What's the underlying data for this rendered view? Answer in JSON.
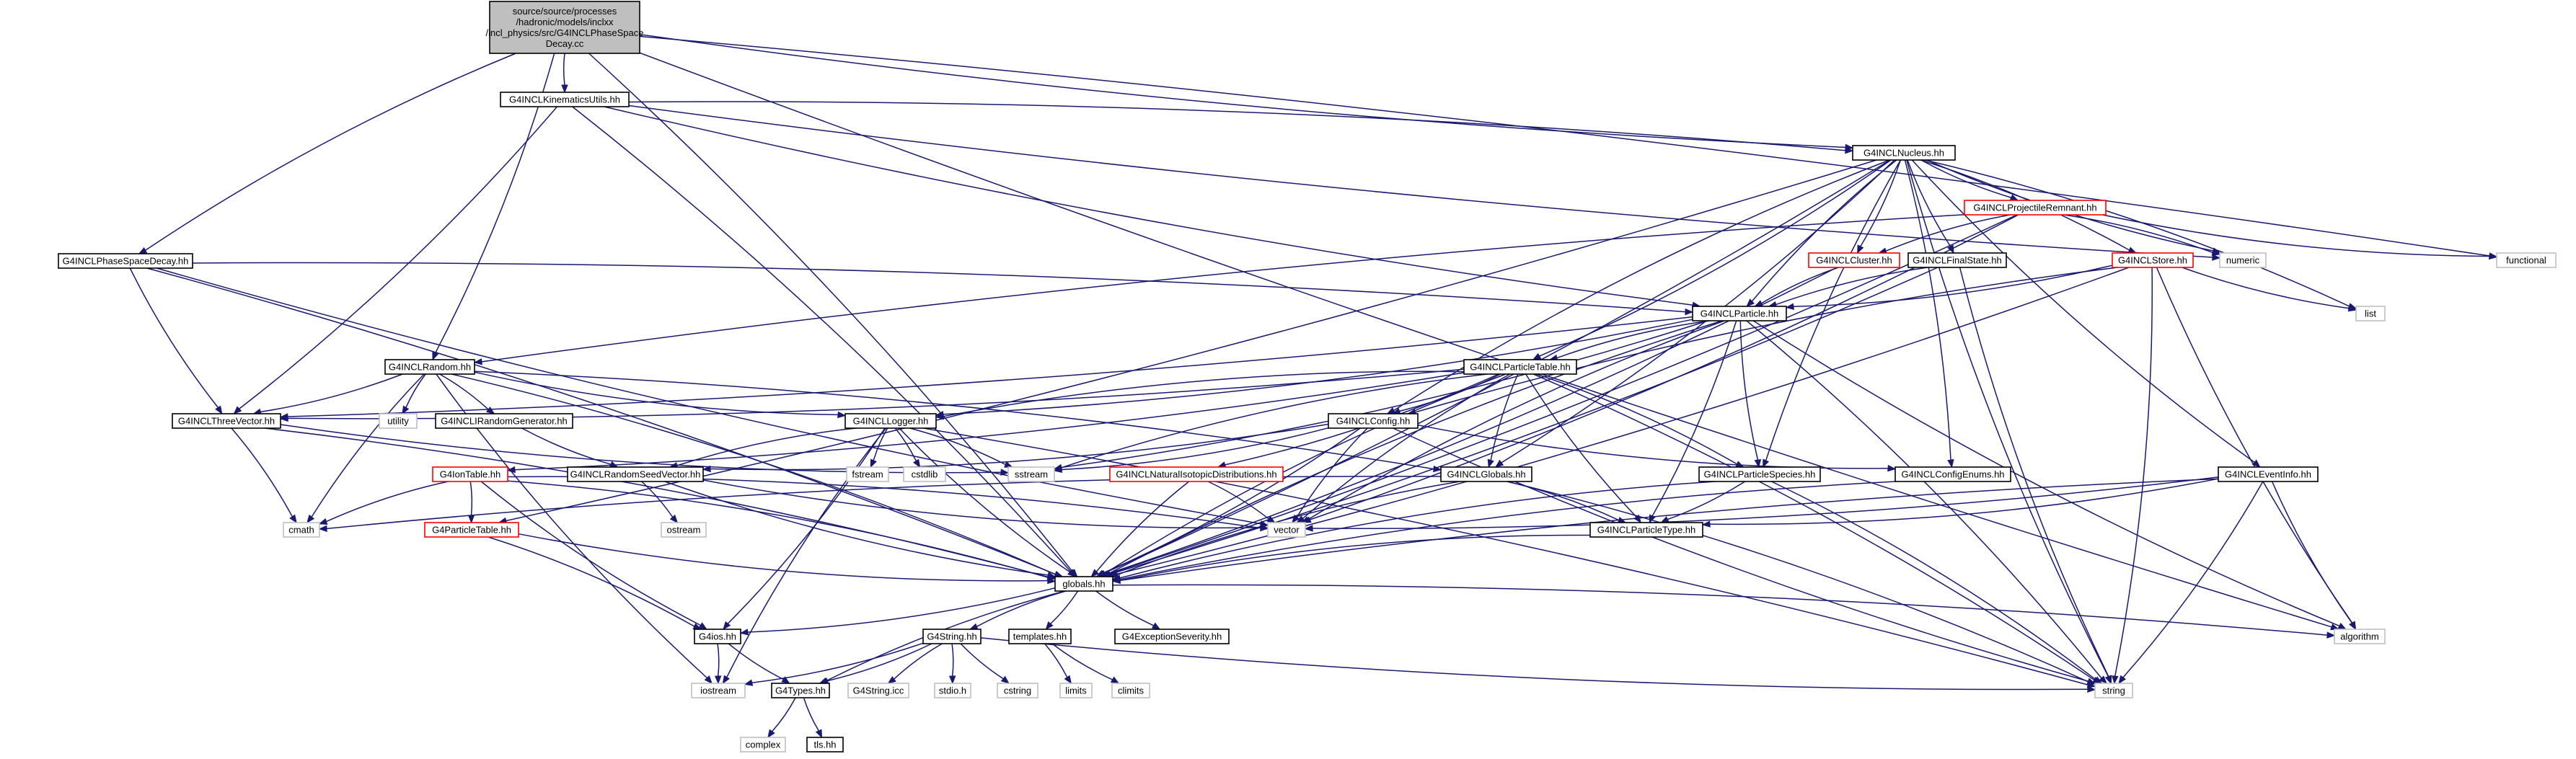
{
  "colors": {
    "edge": "#191970",
    "node_border": "#000000",
    "node_red_border": "#ff0000",
    "node_missing_border": "#bfbfbf",
    "root_fill": "#bfbfbf"
  },
  "nodes": {
    "root": {
      "lines": [
        "source/source/processes",
        "/hadronic/models/inclxx",
        "/incl_physics/src/G4INCLPhaseSpace",
        "Decay.cc"
      ],
      "style": "root"
    },
    "kin": {
      "lines": [
        "G4INCLKinematicsUtils.hh"
      ],
      "style": "normal"
    },
    "nucleus": {
      "lines": [
        "G4INCLNucleus.hh"
      ],
      "style": "normal"
    },
    "projrem": {
      "lines": [
        "G4INCLProjectileRemnant.hh"
      ],
      "style": "red"
    },
    "cluster": {
      "lines": [
        "G4INCLCluster.hh"
      ],
      "style": "red"
    },
    "finalstate": {
      "lines": [
        "G4INCLFinalState.hh"
      ],
      "style": "normal"
    },
    "store": {
      "lines": [
        "G4INCLStore.hh"
      ],
      "style": "red"
    },
    "numeric": {
      "lines": [
        "numeric"
      ],
      "style": "missing"
    },
    "functional": {
      "lines": [
        "functional"
      ],
      "style": "missing"
    },
    "list": {
      "lines": [
        "list"
      ],
      "style": "missing"
    },
    "psd": {
      "lines": [
        "G4INCLPhaseSpaceDecay.hh"
      ],
      "style": "normal"
    },
    "particle": {
      "lines": [
        "G4INCLParticle.hh"
      ],
      "style": "normal"
    },
    "random": {
      "lines": [
        "G4INCLRandom.hh"
      ],
      "style": "normal"
    },
    "ptable": {
      "lines": [
        "G4INCLParticleTable.hh"
      ],
      "style": "normal"
    },
    "threevec": {
      "lines": [
        "G4INCLThreeVector.hh"
      ],
      "style": "normal"
    },
    "utility": {
      "lines": [
        "utility"
      ],
      "style": "missing"
    },
    "irg": {
      "lines": [
        "G4INCLIRandomGenerator.hh"
      ],
      "style": "normal"
    },
    "logger": {
      "lines": [
        "G4INCLLogger.hh"
      ],
      "style": "normal"
    },
    "config": {
      "lines": [
        "G4INCLConfig.hh"
      ],
      "style": "normal"
    },
    "sstream": {
      "lines": [
        "sstream"
      ],
      "style": "missing"
    },
    "fstream": {
      "lines": [
        "fstream"
      ],
      "style": "missing"
    },
    "cstdlib": {
      "lines": [
        "cstdlib"
      ],
      "style": "missing"
    },
    "iontable": {
      "lines": [
        "G4IonTable.hh"
      ],
      "style": "red"
    },
    "rsv": {
      "lines": [
        "G4INCLRandomSeedVector.hh"
      ],
      "style": "normal"
    },
    "natiso": {
      "lines": [
        "G4INCLNaturalIsotopicDistributions.hh"
      ],
      "style": "red"
    },
    "globals_incl": {
      "lines": [
        "G4INCLGlobals.hh"
      ],
      "style": "normal"
    },
    "pspecies": {
      "lines": [
        "G4INCLParticleSpecies.hh"
      ],
      "style": "normal"
    },
    "cfgenums": {
      "lines": [
        "G4INCLConfigEnums.hh"
      ],
      "style": "normal"
    },
    "eventinfo": {
      "lines": [
        "G4INCLEventInfo.hh"
      ],
      "style": "normal"
    },
    "ostream": {
      "lines": [
        "ostream"
      ],
      "style": "missing"
    },
    "cmath": {
      "lines": [
        "cmath"
      ],
      "style": "missing"
    },
    "vector": {
      "lines": [
        "vector"
      ],
      "style": "missing"
    },
    "g4ptable": {
      "lines": [
        "G4ParticleTable.hh"
      ],
      "style": "red"
    },
    "ptype": {
      "lines": [
        "G4INCLParticleType.hh"
      ],
      "style": "normal"
    },
    "globals": {
      "lines": [
        "globals.hh"
      ],
      "style": "normal"
    },
    "g4ios": {
      "lines": [
        "G4ios.hh"
      ],
      "style": "normal"
    },
    "g4string": {
      "lines": [
        "G4String.hh"
      ],
      "style": "normal"
    },
    "templates": {
      "lines": [
        "templates.hh"
      ],
      "style": "normal"
    },
    "g4exc": {
      "lines": [
        "G4ExceptionSeverity.hh"
      ],
      "style": "normal"
    },
    "algorithm": {
      "lines": [
        "algorithm"
      ],
      "style": "missing"
    },
    "iostream": {
      "lines": [
        "iostream"
      ],
      "style": "missing"
    },
    "g4types": {
      "lines": [
        "G4Types.hh"
      ],
      "style": "normal"
    },
    "g4stringicc": {
      "lines": [
        "G4String.icc"
      ],
      "style": "missing"
    },
    "stdio": {
      "lines": [
        "stdio.h"
      ],
      "style": "missing"
    },
    "cstring": {
      "lines": [
        "cstring"
      ],
      "style": "missing"
    },
    "limits": {
      "lines": [
        "limits"
      ],
      "style": "missing"
    },
    "climits": {
      "lines": [
        "climits"
      ],
      "style": "missing"
    },
    "string": {
      "lines": [
        "string"
      ],
      "style": "missing"
    },
    "complex": {
      "lines": [
        "complex"
      ],
      "style": "missing"
    },
    "tls": {
      "lines": [
        "tls.hh"
      ],
      "style": "normal"
    }
  },
  "edges": [
    [
      "root",
      "kin"
    ],
    [
      "root",
      "random"
    ],
    [
      "root",
      "psd"
    ],
    [
      "root",
      "globals"
    ],
    [
      "root",
      "nucleus"
    ],
    [
      "root",
      "functional"
    ],
    [
      "root",
      "algorithm"
    ],
    [
      "kin",
      "threevec"
    ],
    [
      "kin",
      "particle"
    ],
    [
      "kin",
      "nucleus"
    ],
    [
      "kin",
      "numeric"
    ],
    [
      "kin",
      "globals"
    ],
    [
      "nucleus",
      "projrem"
    ],
    [
      "nucleus",
      "cluster"
    ],
    [
      "nucleus",
      "finalstate"
    ],
    [
      "nucleus",
      "store"
    ],
    [
      "nucleus",
      "particle"
    ],
    [
      "nucleus",
      "ptable"
    ],
    [
      "nucleus",
      "config"
    ],
    [
      "nucleus",
      "globals_incl"
    ],
    [
      "nucleus",
      "pspecies"
    ],
    [
      "nucleus",
      "cfgenums"
    ],
    [
      "nucleus",
      "eventinfo"
    ],
    [
      "nucleus",
      "globals"
    ],
    [
      "nucleus",
      "numeric"
    ],
    [
      "nucleus",
      "list"
    ],
    [
      "nucleus",
      "string"
    ],
    [
      "nucleus",
      "g4ptable"
    ],
    [
      "projrem",
      "cluster"
    ],
    [
      "projrem",
      "numeric"
    ],
    [
      "projrem",
      "functional"
    ],
    [
      "projrem",
      "globals"
    ],
    [
      "projrem",
      "random"
    ],
    [
      "projrem",
      "vector"
    ],
    [
      "cluster",
      "particle"
    ],
    [
      "cluster",
      "globals"
    ],
    [
      "finalstate",
      "particle"
    ],
    [
      "finalstate",
      "globals"
    ],
    [
      "finalstate",
      "string"
    ],
    [
      "store",
      "particle"
    ],
    [
      "store",
      "config"
    ],
    [
      "store",
      "globals"
    ],
    [
      "store",
      "list"
    ],
    [
      "store",
      "string"
    ],
    [
      "store",
      "algorithm"
    ],
    [
      "psd",
      "particle"
    ],
    [
      "psd",
      "threevec"
    ],
    [
      "psd",
      "globals"
    ],
    [
      "psd",
      "vector"
    ],
    [
      "particle",
      "threevec"
    ],
    [
      "particle",
      "ptable"
    ],
    [
      "particle",
      "logger"
    ],
    [
      "particle",
      "pspecies"
    ],
    [
      "particle",
      "ptype"
    ],
    [
      "particle",
      "globals"
    ],
    [
      "particle",
      "sstream"
    ],
    [
      "particle",
      "vector"
    ],
    [
      "particle",
      "string"
    ],
    [
      "particle",
      "algorithm"
    ],
    [
      "random",
      "threevec"
    ],
    [
      "random",
      "utility"
    ],
    [
      "random",
      "irg"
    ],
    [
      "random",
      "logger"
    ],
    [
      "random",
      "globals_incl"
    ],
    [
      "random",
      "cmath"
    ],
    [
      "random",
      "globals"
    ],
    [
      "random",
      "iostream"
    ],
    [
      "ptable",
      "config"
    ],
    [
      "ptable",
      "logger"
    ],
    [
      "ptable",
      "natiso"
    ],
    [
      "ptable",
      "globals_incl"
    ],
    [
      "ptable",
      "pspecies"
    ],
    [
      "ptable",
      "ptype"
    ],
    [
      "ptable",
      "iontable"
    ],
    [
      "ptable",
      "globals"
    ],
    [
      "ptable",
      "threevec"
    ],
    [
      "ptable",
      "vector"
    ],
    [
      "ptable",
      "string"
    ],
    [
      "ptable",
      "sstream"
    ],
    [
      "threevec",
      "cmath"
    ],
    [
      "threevec",
      "sstream"
    ],
    [
      "threevec",
      "globals"
    ],
    [
      "irg",
      "rsv"
    ],
    [
      "logger",
      "sstream"
    ],
    [
      "logger",
      "fstream"
    ],
    [
      "logger",
      "cstdlib"
    ],
    [
      "logger",
      "globals"
    ],
    [
      "logger",
      "string"
    ],
    [
      "logger",
      "iostream"
    ],
    [
      "logger",
      "g4ios"
    ],
    [
      "logger",
      "rsv"
    ],
    [
      "config",
      "sstream"
    ],
    [
      "config",
      "cfgenums"
    ],
    [
      "config",
      "rsv"
    ],
    [
      "config",
      "string"
    ],
    [
      "config",
      "globals"
    ],
    [
      "config",
      "vector"
    ],
    [
      "iontable",
      "g4ptable"
    ],
    [
      "iontable",
      "cmath"
    ],
    [
      "iontable",
      "globals"
    ],
    [
      "iontable",
      "g4ios"
    ],
    [
      "iontable",
      "vector"
    ],
    [
      "rsv",
      "vector"
    ],
    [
      "rsv",
      "ostream"
    ],
    [
      "rsv",
      "globals"
    ],
    [
      "natiso",
      "vector"
    ],
    [
      "natiso",
      "globals"
    ],
    [
      "globals_incl",
      "ptype"
    ],
    [
      "globals_incl",
      "globals"
    ],
    [
      "globals_incl",
      "string"
    ],
    [
      "globals_incl",
      "cmath"
    ],
    [
      "pspecies",
      "ptype"
    ],
    [
      "pspecies",
      "globals"
    ],
    [
      "pspecies",
      "string"
    ],
    [
      "cfgenums",
      "globals"
    ],
    [
      "eventinfo",
      "ptype"
    ],
    [
      "eventinfo",
      "globals"
    ],
    [
      "eventinfo",
      "string"
    ],
    [
      "eventinfo",
      "algorithm"
    ],
    [
      "eventinfo",
      "vector"
    ],
    [
      "g4ptable",
      "globals"
    ],
    [
      "g4ptable",
      "g4ios"
    ],
    [
      "ptype",
      "globals"
    ],
    [
      "globals",
      "g4ios"
    ],
    [
      "globals",
      "g4string"
    ],
    [
      "globals",
      "templates"
    ],
    [
      "globals",
      "g4exc"
    ],
    [
      "globals",
      "algorithm"
    ],
    [
      "globals",
      "g4types"
    ],
    [
      "g4ios",
      "iostream"
    ],
    [
      "g4ios",
      "g4types"
    ],
    [
      "g4string",
      "g4types"
    ],
    [
      "g4string",
      "g4stringicc"
    ],
    [
      "g4string",
      "stdio"
    ],
    [
      "g4string",
      "cstring"
    ],
    [
      "g4string",
      "iostream"
    ],
    [
      "g4string",
      "string"
    ],
    [
      "templates",
      "limits"
    ],
    [
      "templates",
      "climits"
    ],
    [
      "g4types",
      "complex"
    ],
    [
      "g4types",
      "tls"
    ]
  ]
}
